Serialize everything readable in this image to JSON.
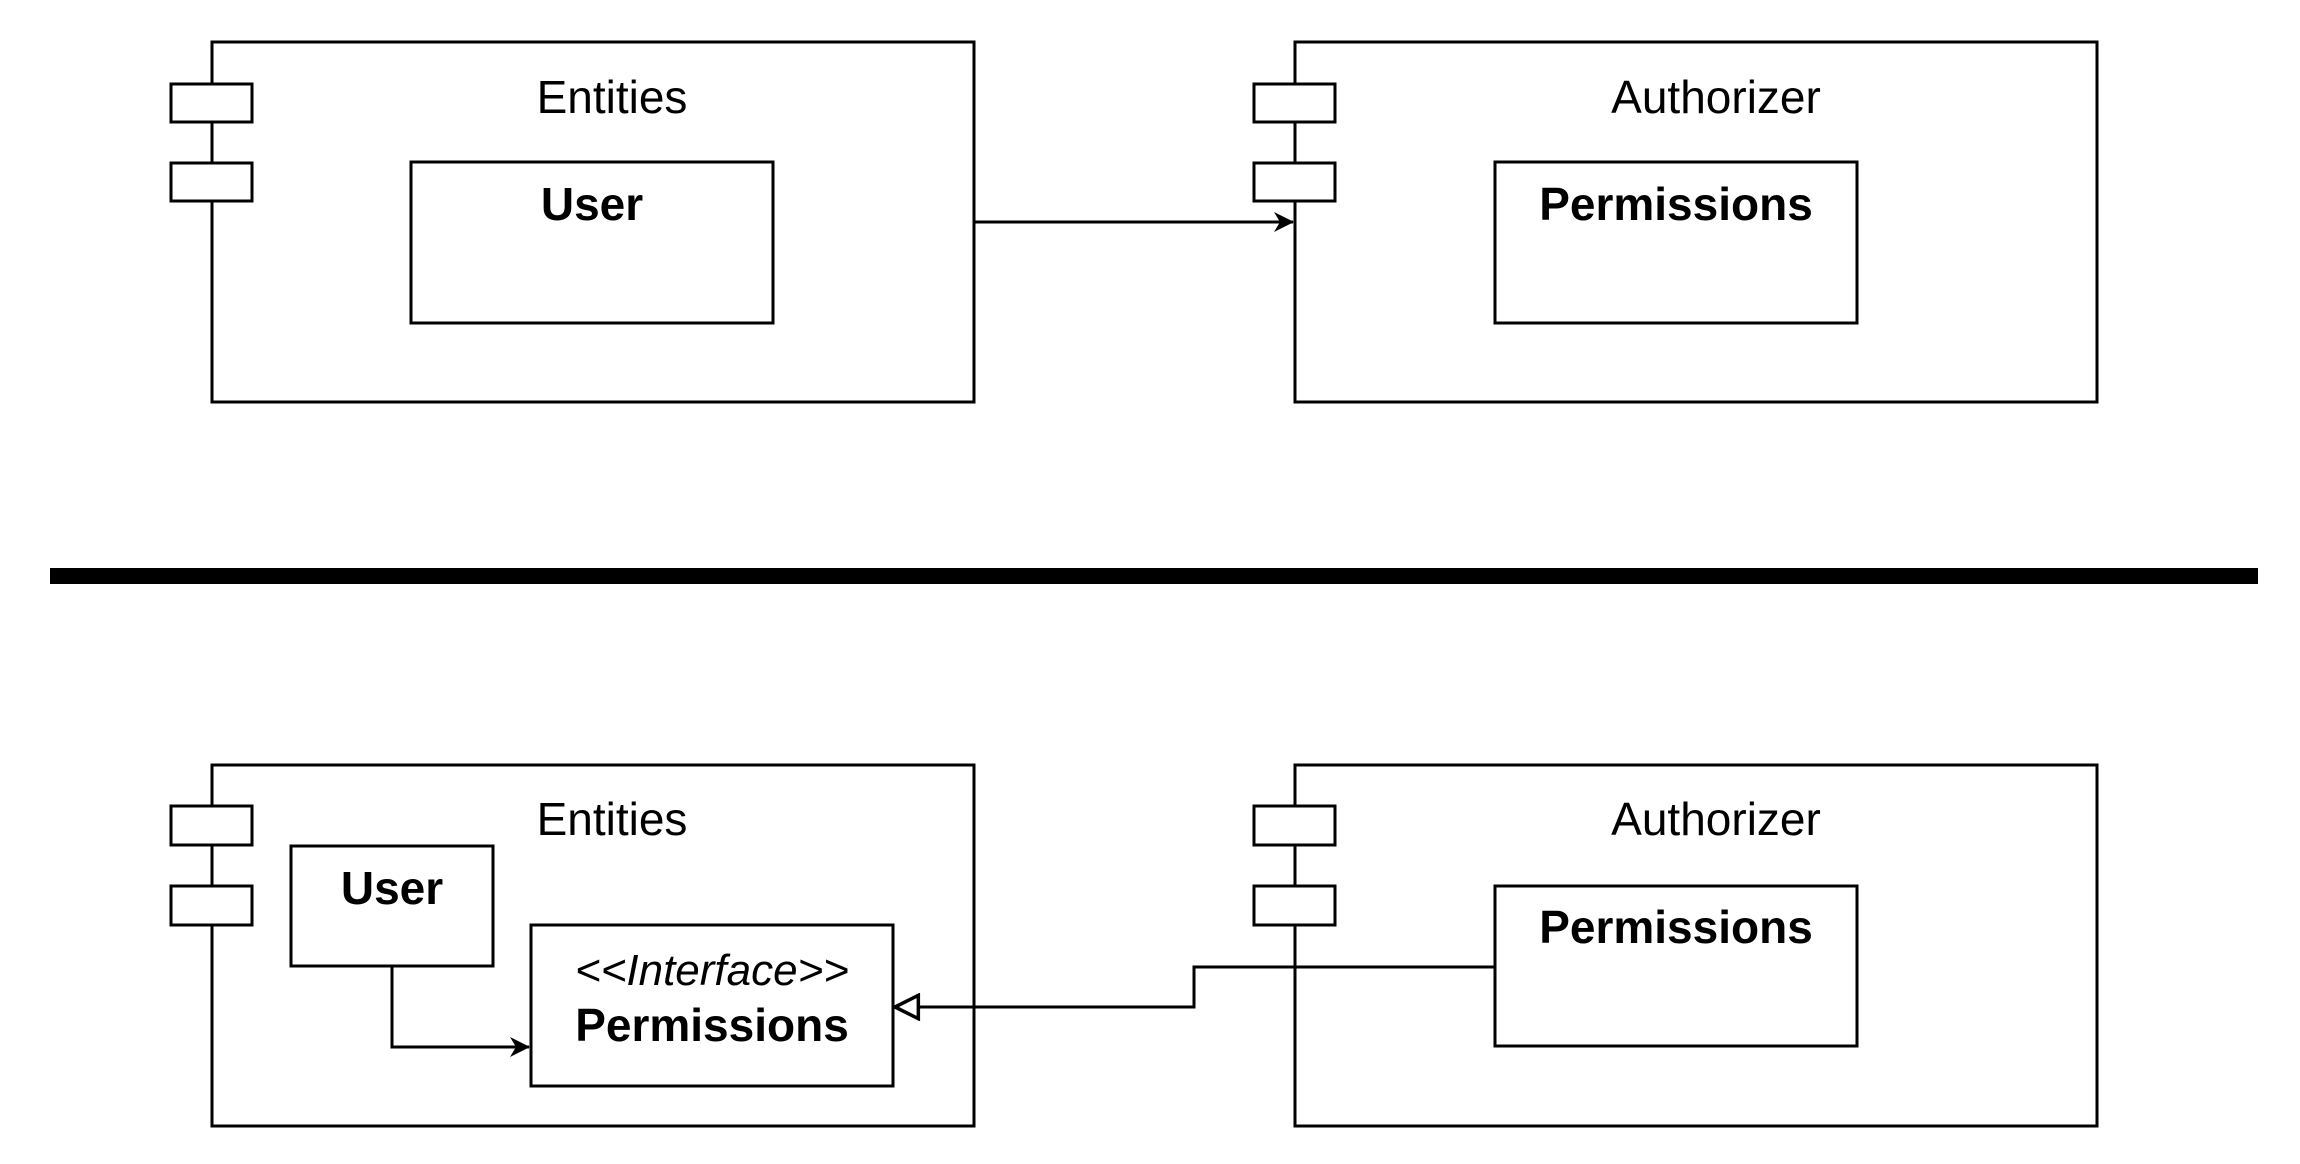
{
  "colors": {
    "stroke": "#000000",
    "background": "#ffffff"
  },
  "top": {
    "entities": {
      "title": "Entities",
      "user": {
        "label": "User"
      }
    },
    "authorizer": {
      "title": "Authorizer",
      "permissions": {
        "label": "Permissions"
      }
    },
    "edges": [
      {
        "from": "Entities",
        "to": "Authorizer",
        "kind": "dependency-arrow"
      }
    ]
  },
  "bottom": {
    "entities": {
      "title": "Entities",
      "user": {
        "label": "User"
      },
      "interface": {
        "stereotype": "<<Interface>>",
        "label": "Permissions"
      }
    },
    "authorizer": {
      "title": "Authorizer",
      "permissions": {
        "label": "Permissions"
      }
    },
    "edges": [
      {
        "from": "User",
        "to": "<<Interface>> Permissions",
        "kind": "dependency-arrow"
      },
      {
        "from": "Authorizer Permissions",
        "to": "<<Interface>> Permissions",
        "kind": "realization"
      }
    ]
  }
}
